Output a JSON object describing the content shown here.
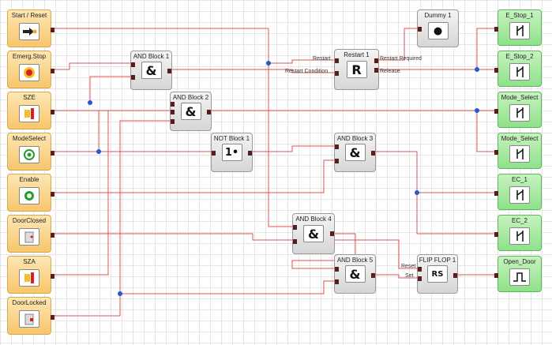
{
  "inputs": [
    {
      "label": "Start / Reset",
      "icon": "start-reset-icon"
    },
    {
      "label": "Emerg.Stop",
      "icon": "emergency-stop-icon"
    },
    {
      "label": "SZE",
      "icon": "sze-sensor-icon"
    },
    {
      "label": "ModeSelect",
      "icon": "mode-select-icon"
    },
    {
      "label": "Enable",
      "icon": "enable-button-icon"
    },
    {
      "label": "DoorClosed",
      "icon": "door-closed-icon"
    },
    {
      "label": "SZA",
      "icon": "sza-sensor-icon"
    },
    {
      "label": "DoorLocked",
      "icon": "door-locked-icon"
    }
  ],
  "outputs": [
    {
      "label": "E_Stop_1",
      "icon": "contact-output-icon"
    },
    {
      "label": "E_Stop_2",
      "icon": "contact-output-icon"
    },
    {
      "label": "Mode_Select",
      "icon": "contact-output-icon"
    },
    {
      "label": "Mode_Select",
      "icon": "contact-output-icon"
    },
    {
      "label": "EC_1",
      "icon": "contact-output-icon"
    },
    {
      "label": "EC_2",
      "icon": "contact-output-icon"
    },
    {
      "label": "Open_Door",
      "icon": "pulse-output-icon"
    }
  ],
  "blocks": {
    "and1": {
      "label": "AND Block 1",
      "symbol": "&"
    },
    "and2": {
      "label": "AND Block 2",
      "symbol": "&"
    },
    "not1": {
      "label": "NOT Block 1",
      "symbol": "1•"
    },
    "and3": {
      "label": "AND Block 3",
      "symbol": "&"
    },
    "and4": {
      "label": "AND Block 4",
      "symbol": "&"
    },
    "and5": {
      "label": "AND Block 5",
      "symbol": "&"
    },
    "restart": {
      "label": "Restart 1",
      "symbol": "R",
      "in1": "Restart",
      "in2": "Restart Condition",
      "out1": "Restart Required",
      "out2": "Release"
    },
    "dummy": {
      "label": "Dummy 1",
      "symbol": "●"
    },
    "flipflop": {
      "label": "FLIP FLOP  1",
      "symbol": "RS",
      "in1": "Reset",
      "in2": "Set"
    }
  },
  "colors": {
    "wire": "#e05050",
    "junction": "#1e5bd6",
    "input_fill": "#f8c66c",
    "output_fill": "#8fe18a"
  }
}
